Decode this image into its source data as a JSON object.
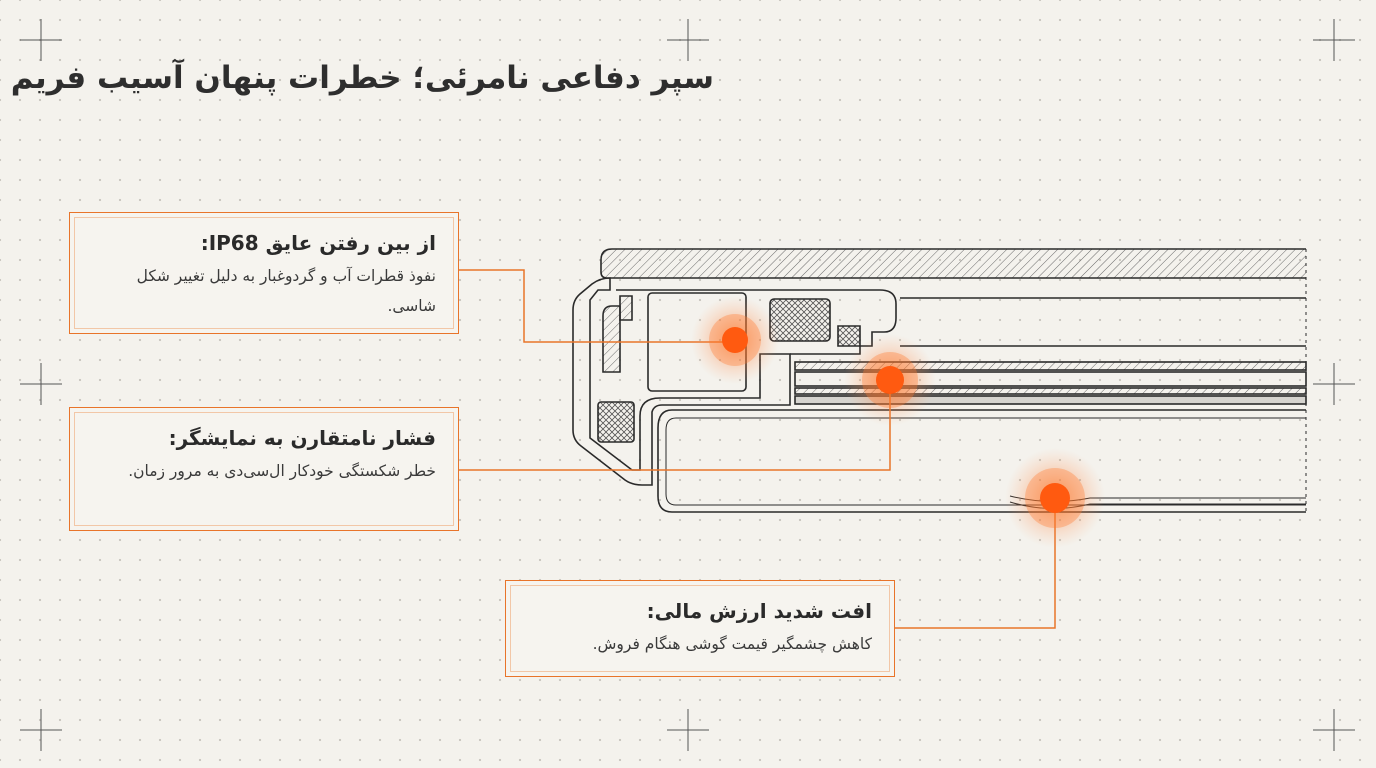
{
  "title": "سپر دفاعی نامرئی؛ خطرات پنهان آسیب فریم",
  "callouts": [
    {
      "heading": "از بین رفتن عایق IP68:",
      "text": "نفوذ قطرات آب و گردوغبار به دلیل تغییر شکل شاسی."
    },
    {
      "heading": "فشار نامتقارن به نمایشگر:",
      "text": "خطر شکستگی خودکار ال‌سی‌دی به مرور زمان."
    },
    {
      "heading": "افت شدید ارزش مالی:",
      "text": "کاهش چشمگیر قیمت گوشی هنگام فروش."
    }
  ],
  "colors": {
    "accent": "#e8742a",
    "hotspot": "#ff6a1a",
    "line": "#2a2a2a",
    "background": "#f4f2ed"
  }
}
